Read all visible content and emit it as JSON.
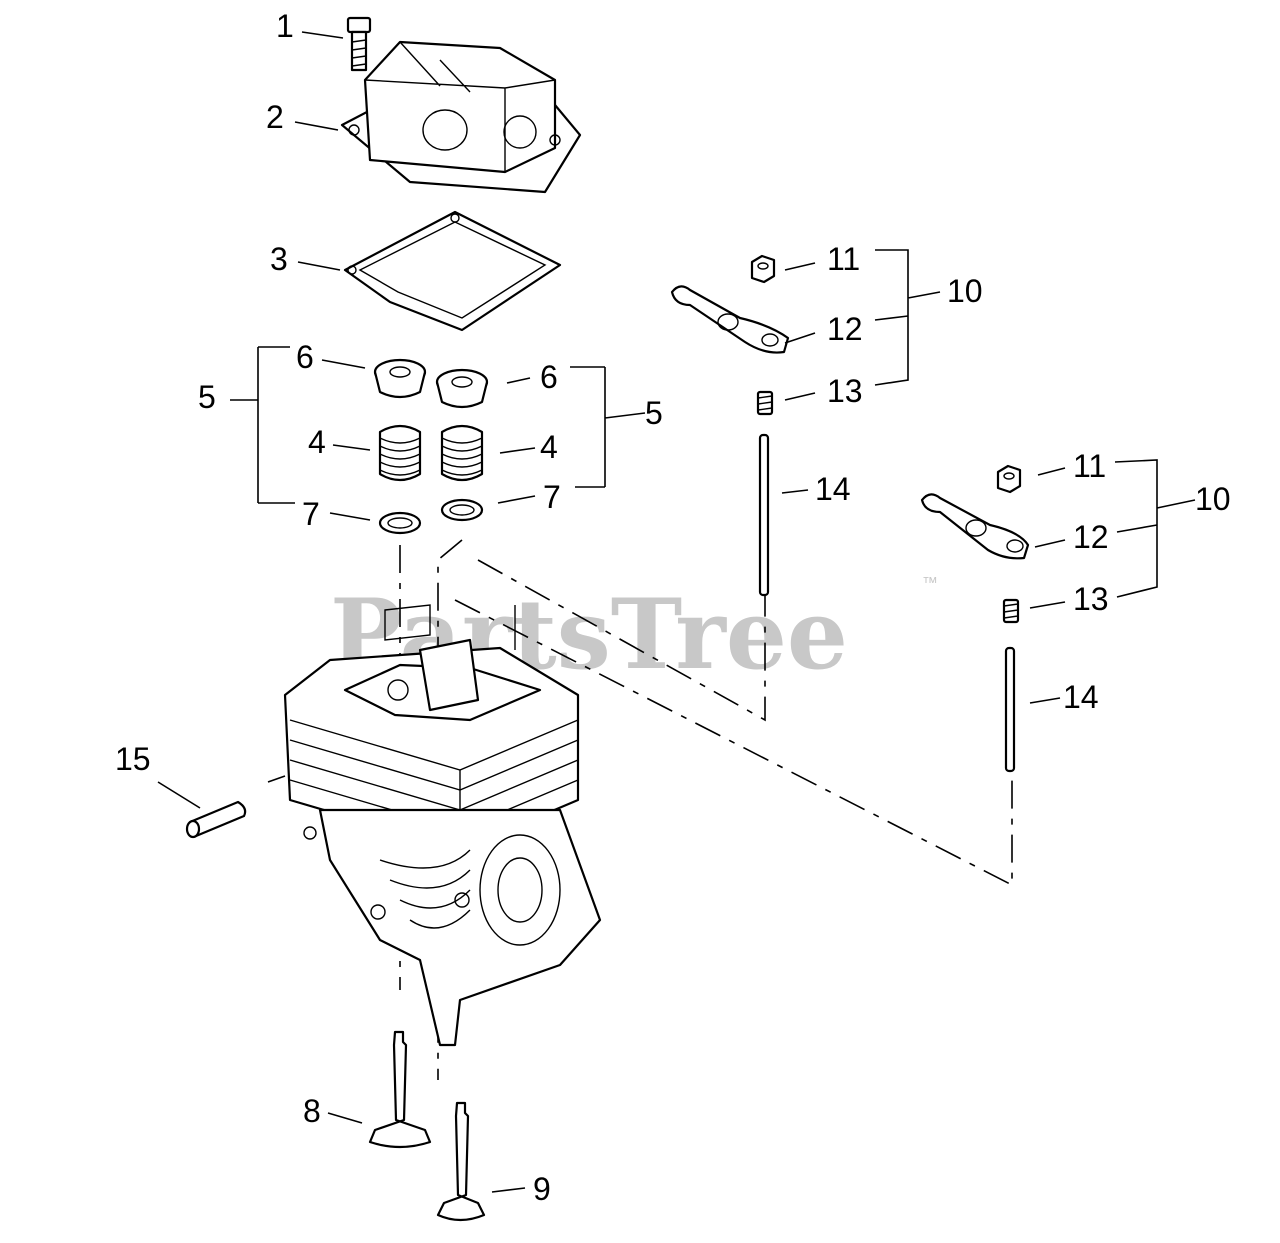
{
  "watermark": {
    "text": "PartsTree",
    "trademark": "™"
  },
  "labels": {
    "l1": "1",
    "l2": "2",
    "l3": "3",
    "l4a": "4",
    "l4b": "4",
    "l5a": "5",
    "l5b": "5",
    "l6a": "6",
    "l6b": "6",
    "l7a": "7",
    "l7b": "7",
    "l8": "8",
    "l9": "9",
    "l10a": "10",
    "l10b": "10",
    "l11a": "11",
    "l11b": "11",
    "l12a": "12",
    "l12b": "12",
    "l13a": "13",
    "l13b": "13",
    "l14a": "14",
    "l14b": "14",
    "l15": "15"
  }
}
